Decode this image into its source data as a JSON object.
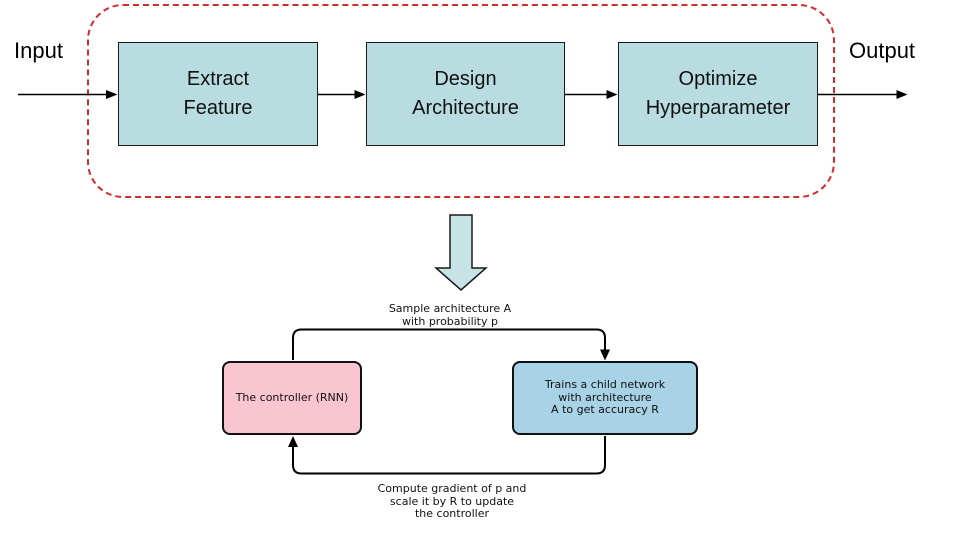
{
  "pipeline": {
    "input_label": "Input",
    "output_label": "Output",
    "stages": [
      {
        "line1": "Extract",
        "line2": "Feature"
      },
      {
        "line1": "Design",
        "line2": "Architecture"
      },
      {
        "line1": "Optimize",
        "line2": "Hyperparameter"
      }
    ]
  },
  "nas_loop": {
    "sample_label_line1": "Sample architecture A",
    "sample_label_line2": "with probability p",
    "controller_label": "The controller (RNN)",
    "child_label_line1": "Trains a child network",
    "child_label_line2": "with architecture",
    "child_label_line3": "A to get accuracy R",
    "gradient_label_line1": "Compute gradient of p and",
    "gradient_label_line2": "scale it by R to update",
    "gradient_label_line3": "the controller"
  },
  "colors": {
    "stage_box_fill": "#b8dce0",
    "block_arrow_fill": "#c7e3e5",
    "controller_box_fill": "#f9c5d1",
    "child_box_fill": "#a8d2e6",
    "dashed_frame_color": "#d22b2b",
    "line_color": "#000000"
  }
}
